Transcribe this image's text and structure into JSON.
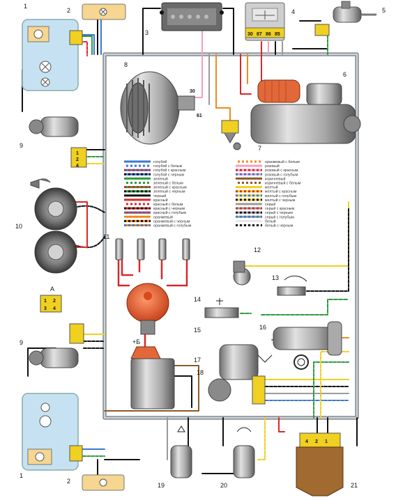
{
  "components": [
    {
      "number": "1"
    },
    {
      "number": "2"
    },
    {
      "number": "3"
    },
    {
      "number": "4"
    },
    {
      "number": "5"
    },
    {
      "number": "6"
    },
    {
      "number": "7"
    },
    {
      "number": "8"
    },
    {
      "number": "9"
    },
    {
      "number": "10"
    },
    {
      "number": "11"
    },
    {
      "number": "12"
    },
    {
      "number": "13"
    },
    {
      "number": "14"
    },
    {
      "number": "15"
    },
    {
      "number": "16"
    },
    {
      "number": "17"
    },
    {
      "number": "18"
    },
    {
      "number": "19"
    },
    {
      "number": "20"
    },
    {
      "number": "21"
    }
  ],
  "relay_pins": [
    "30",
    "87",
    "86",
    "85"
  ],
  "alternator_pins": [
    "30",
    "61"
  ],
  "connector_a_label": "A",
  "connector_a_pins": [
    "1",
    "2",
    "3",
    "4"
  ],
  "ignition_coil_terminal": "+Б",
  "legend": {
    "left": [
      {
        "label": "голубой",
        "color": "#3a78d0",
        "stripe": null
      },
      {
        "label": "голубой с белым",
        "color": "#3a78d0",
        "stripe": "#ffffff"
      },
      {
        "label": "голубой с красным",
        "color": "#3a78d0",
        "stripe": "#d8282a"
      },
      {
        "label": "голубой с черным",
        "color": "#3a78d0",
        "stripe": "#111111"
      },
      {
        "label": "зеленый",
        "color": "#2e9a3a",
        "stripe": null
      },
      {
        "label": "зеленый с белым",
        "color": "#2e9a3a",
        "stripe": "#ffffff"
      },
      {
        "label": "зеленый с красным",
        "color": "#2e9a3a",
        "stripe": "#d8282a"
      },
      {
        "label": "зеленый с черным",
        "color": "#2e9a3a",
        "stripe": "#111111"
      },
      {
        "label": "черный",
        "color": "#111111",
        "stripe": null
      },
      {
        "label": "красный",
        "color": "#d8282a",
        "stripe": null
      },
      {
        "label": "красный с белым",
        "color": "#d8282a",
        "stripe": "#ffffff"
      },
      {
        "label": "красный с черным",
        "color": "#d8282a",
        "stripe": "#111111"
      },
      {
        "label": "красный с голубым",
        "color": "#d8282a",
        "stripe": "#3a78d0"
      },
      {
        "label": "оранжевый",
        "color": "#f08a1c",
        "stripe": null
      },
      {
        "label": "оранжевый с черным",
        "color": "#f08a1c",
        "stripe": "#111111"
      },
      {
        "label": "оранжевый с голубым",
        "color": "#f08a1c",
        "stripe": "#3a78d0"
      }
    ],
    "right": [
      {
        "label": "оранжевый с белым",
        "color": "#f08a1c",
        "stripe": "#ffffff"
      },
      {
        "label": "розовый",
        "color": "#f4a0c0",
        "stripe": null
      },
      {
        "label": "розовый с красным",
        "color": "#f4a0c0",
        "stripe": "#d8282a"
      },
      {
        "label": "розовый с голубым",
        "color": "#f4a0c0",
        "stripe": "#3a78d0"
      },
      {
        "label": "коричневый",
        "color": "#8a5a2a",
        "stripe": null
      },
      {
        "label": "коричневый с белым",
        "color": "#8a5a2a",
        "stripe": "#ffffff"
      },
      {
        "label": "желтый",
        "color": "#f0d020",
        "stripe": null
      },
      {
        "label": "желтый с красным",
        "color": "#f0d020",
        "stripe": "#d8282a"
      },
      {
        "label": "желтый с голубым",
        "color": "#f0d020",
        "stripe": "#3a78d0"
      },
      {
        "label": "желтый с черным",
        "color": "#f0d020",
        "stripe": "#111111"
      },
      {
        "label": "серый",
        "color": "#9a9a9a",
        "stripe": null
      },
      {
        "label": "серый с красным",
        "color": "#9a9a9a",
        "stripe": "#d8282a"
      },
      {
        "label": "серый с черным",
        "color": "#9a9a9a",
        "stripe": "#111111"
      },
      {
        "label": "серый с голубым",
        "color": "#9a9a9a",
        "stripe": "#3a78d0"
      },
      {
        "label": "белый",
        "color": "#ffffff",
        "stripe": null
      },
      {
        "label": "белый с черным",
        "color": "#ffffff",
        "stripe": "#111111"
      }
    ]
  }
}
